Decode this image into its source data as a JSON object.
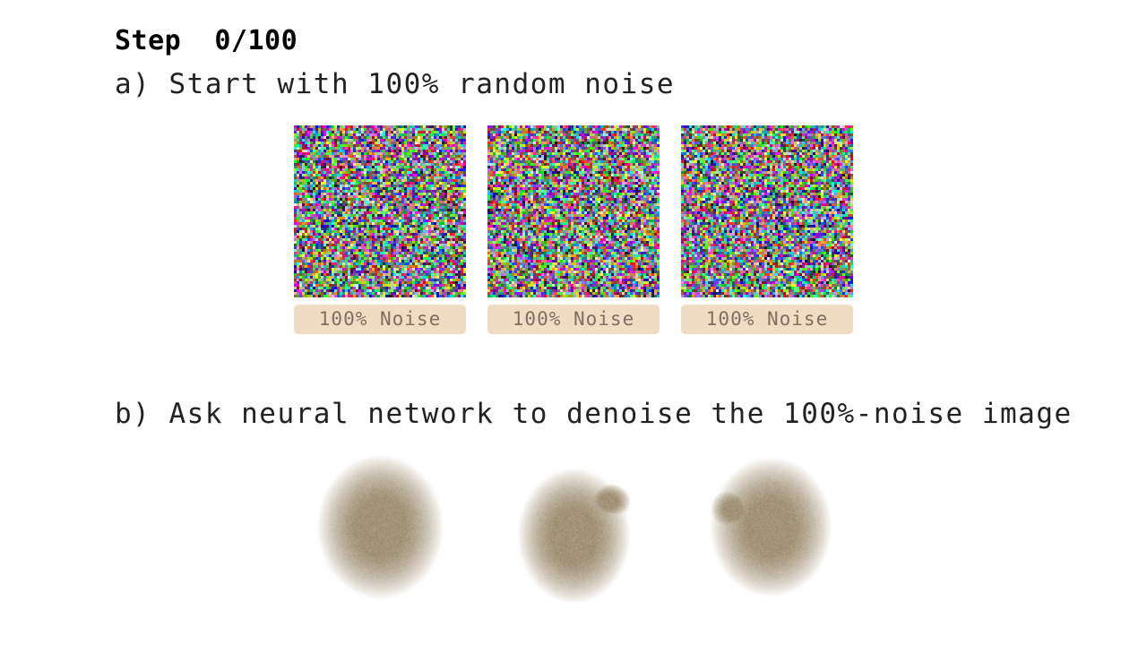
{
  "step": {
    "label": "Step",
    "current": 0,
    "total": 100,
    "text": "Step  0/100"
  },
  "section_a": {
    "heading": "a) Start with 100% random noise",
    "tiles": [
      {
        "caption": "100% Noise",
        "noise_level": 1.0
      },
      {
        "caption": "100% Noise",
        "noise_level": 1.0
      },
      {
        "caption": "100% Noise",
        "noise_level": 1.0
      }
    ]
  },
  "section_b": {
    "heading": "b) Ask neural network to denoise the 100%-noise image",
    "tiles": [
      {
        "blob_color": "#a39378"
      },
      {
        "blob_color": "#a39378"
      },
      {
        "blob_color": "#a39378"
      }
    ]
  },
  "colors": {
    "badge_bg": "#efdcc2",
    "badge_text": "#7f6f61"
  }
}
